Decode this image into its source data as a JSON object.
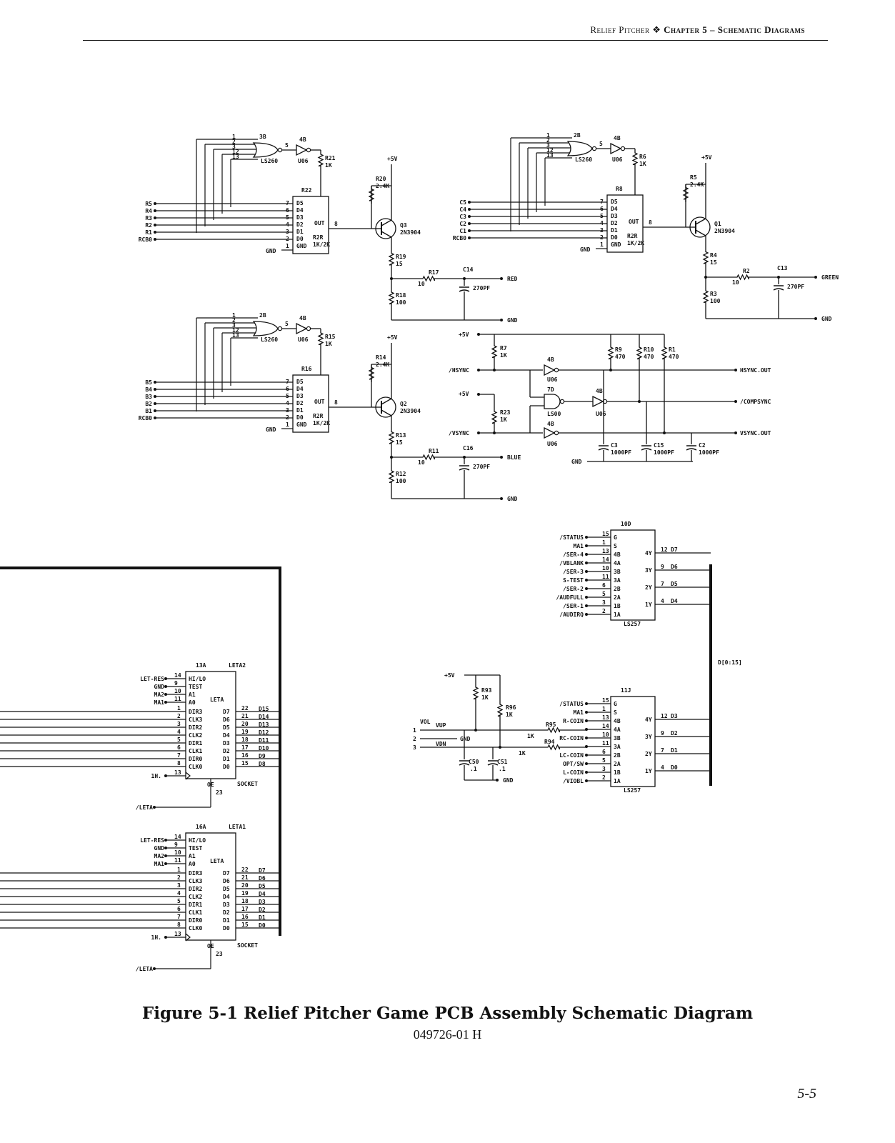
{
  "header": {
    "left": "Relief Pitcher",
    "separator": "❖",
    "right": "Chapter 5 – Schematic Diagrams"
  },
  "caption": "Figure 5-1  Relief Pitcher Game PCB Assembly Schematic Diagram",
  "doc_number": "049726-01 H",
  "page_number": "5-5",
  "red_block": {
    "gate": "3B",
    "gate_type": "LS260",
    "inv": "4B",
    "inv_type": "U06",
    "dac": "R22",
    "dac_type": "R2R",
    "dac_val": "1K/2K",
    "pull": "R21",
    "pull_val": "1K",
    "bias": "R20",
    "bias_val": "2.4K",
    "tr": "Q3",
    "tr_type": "2N3904",
    "re": "R19",
    "re_val": "15",
    "rs": "R17",
    "rs_val": "10",
    "rg": "R18",
    "rg_val": "100",
    "cap": "C14",
    "cap_val": "270PF",
    "out": "RED",
    "vcc": "+5V",
    "gnd": "GND",
    "inputs": [
      "R5",
      "R4",
      "R3",
      "R2",
      "R1",
      "RCB0"
    ]
  },
  "green_block": {
    "gate": "2B",
    "gate_type": "LS260",
    "inv": "4B",
    "inv_type": "U06",
    "dac": "R8",
    "dac_type": "R2R",
    "dac_val": "1K/2K",
    "pull": "R6",
    "pull_val": "1K",
    "bias": "R5",
    "bias_val": "2.4K",
    "tr": "Q1",
    "tr_type": "2N3904",
    "re": "R4",
    "re_val": "15",
    "rs": "R2",
    "rs_val": "10",
    "rg": "R3",
    "rg_val": "100",
    "cap": "C13",
    "cap_val": "270PF",
    "out": "GREEN",
    "vcc": "+5V",
    "gnd": "GND",
    "inputs": [
      "C5",
      "C4",
      "C3",
      "C2",
      "C1",
      "RCB0"
    ]
  },
  "blue_block": {
    "gate": "2B",
    "gate_type": "LS260",
    "inv": "4B",
    "inv_type": "U06",
    "dac": "R16",
    "dac_type": "R2R",
    "dac_val": "1K/2K",
    "pull": "R15",
    "pull_val": "1K",
    "bias": "R14",
    "bias_val": "2.4K",
    "tr": "Q2",
    "tr_type": "2N3904",
    "re": "R13",
    "re_val": "15",
    "rs": "R11",
    "rs_val": "10",
    "rg": "R12",
    "rg_val": "100",
    "cap": "C16",
    "cap_val": "270PF",
    "out": "BLUE",
    "vcc": "+5V",
    "gnd": "GND",
    "inputs": [
      "B5",
      "B4",
      "B3",
      "B2",
      "B1",
      "RCB0"
    ]
  },
  "dac_pins": [
    "D5",
    "D4",
    "D3",
    "D2",
    "D1",
    "D0",
    "GND"
  ],
  "dac_out": "OUT",
  "sync_block": {
    "vcc": "+5V",
    "hsync": "/HSYNC",
    "vsync": "/VSYNC",
    "r7": "R7",
    "r7v": "1K",
    "r23": "R23",
    "r23v": "1K",
    "r9": "R9",
    "r9v": "470",
    "r10": "R10",
    "r10v": "470",
    "r1": "R1",
    "r1v": "470",
    "nand": "7D",
    "nand_type": "LS00",
    "inv": "4B",
    "inv_type": "U06",
    "out_h": "HSYNC.OUT",
    "out_c": "/COMPSYNC",
    "out_v": "VSYNC.OUT",
    "c3": "C3",
    "c15": "C15",
    "c2": "C2",
    "cval": "1000PF",
    "gnd": "GND"
  },
  "mux_top": {
    "ref": "10D",
    "type": "LS257",
    "inputs": [
      "/STATUS",
      "MA1",
      "/SER-4",
      "/VBLANK",
      "/SER-3",
      "S-TEST",
      "/SER-2",
      "/AUDFULL",
      "/SER-1",
      "/AUDIRQ"
    ],
    "pins": [
      "G",
      "S",
      "4B",
      "4A",
      "3B",
      "3A",
      "2B",
      "2A",
      "1B",
      "1A"
    ],
    "outs": [
      "4Y",
      "3Y",
      "2Y",
      "1Y"
    ],
    "data": [
      "D7",
      "D6",
      "D5",
      "D4"
    ]
  },
  "mux_bot": {
    "ref": "11J",
    "type": "LS257",
    "inputs": [
      "/STATUS",
      "MA1",
      "R-COIN",
      "",
      "RC-COIN",
      "",
      "LC-COIN",
      "OPT/SW",
      "L-COIN",
      "/VIOBL"
    ],
    "pins": [
      "G",
      "S",
      "4B",
      "4A",
      "3B",
      "3A",
      "2B",
      "2A",
      "1B",
      "1A"
    ],
    "outs": [
      "4Y",
      "3Y",
      "2Y",
      "1Y"
    ],
    "data": [
      "D3",
      "D2",
      "D1",
      "D0"
    ]
  },
  "bus_label": "D[0:15]",
  "vol_block": {
    "vcc": "+5V",
    "r93": "R93",
    "r93v": "1K",
    "r96": "R96",
    "r96v": "1K",
    "r95": "R95",
    "r94": "R94",
    "rv": "1K",
    "vol": "VOL",
    "vup": "VUP",
    "vdn": "VDN",
    "gnd": "GND",
    "c50": "C50",
    "c51": "C51",
    "cv": ".1"
  },
  "leta1": {
    "ref": "13A",
    "name": "LETA2",
    "label": "LETA",
    "socket": "SOCKET",
    "oe_pin": "23",
    "ctl": [
      "LET-RES",
      "GND",
      "MA2",
      "MA1"
    ],
    "ctl_pins": [
      "14",
      "9",
      "10",
      "11"
    ],
    "ctl_names": [
      "HI/LO",
      "TEST",
      "A1",
      "A0"
    ],
    "in_names": [
      "DIR3",
      "CLK3",
      "DIR2",
      "CLK2",
      "DIR1",
      "CLK1",
      "DIR0",
      "CLK0"
    ],
    "in_pins": [
      "1",
      "2",
      "3",
      "4",
      "5",
      "6",
      "7",
      "8"
    ],
    "out_names": [
      "D7",
      "D6",
      "D5",
      "D4",
      "D3",
      "D2",
      "D1",
      "D0"
    ],
    "out_pins": [
      "22",
      "21",
      "20",
      "19",
      "18",
      "17",
      "16",
      "15"
    ],
    "bus": [
      "D15",
      "D14",
      "D13",
      "D12",
      "D11",
      "D10",
      "D9",
      "D8"
    ],
    "clk": "1H.",
    "clk_pin": "13",
    "oe": "/LETA"
  },
  "leta2": {
    "ref": "16A",
    "name": "LETA1",
    "label": "LETA",
    "socket": "SOCKET",
    "oe_pin": "23",
    "ctl": [
      "LET-RES",
      "GND",
      "MA2",
      "MA1"
    ],
    "ctl_pins": [
      "14",
      "9",
      "10",
      "11"
    ],
    "ctl_names": [
      "HI/LO",
      "TEST",
      "A1",
      "A0"
    ],
    "in_names": [
      "DIR3",
      "CLK3",
      "DIR2",
      "CLK2",
      "DIR1",
      "CLK1",
      "DIR0",
      "CLK0"
    ],
    "in_pins": [
      "1",
      "2",
      "3",
      "4",
      "5",
      "6",
      "7",
      "8"
    ],
    "out_names": [
      "D7",
      "D6",
      "D5",
      "D4",
      "D3",
      "D2",
      "D1",
      "D0"
    ],
    "out_pins": [
      "22",
      "21",
      "20",
      "19",
      "18",
      "17",
      "16",
      "15"
    ],
    "bus": [
      "D7",
      "D6",
      "D5",
      "D4",
      "D3",
      "D2",
      "D1",
      "D0"
    ],
    "clk": "1H.",
    "clk_pin": "13",
    "oe": "/LETA"
  }
}
